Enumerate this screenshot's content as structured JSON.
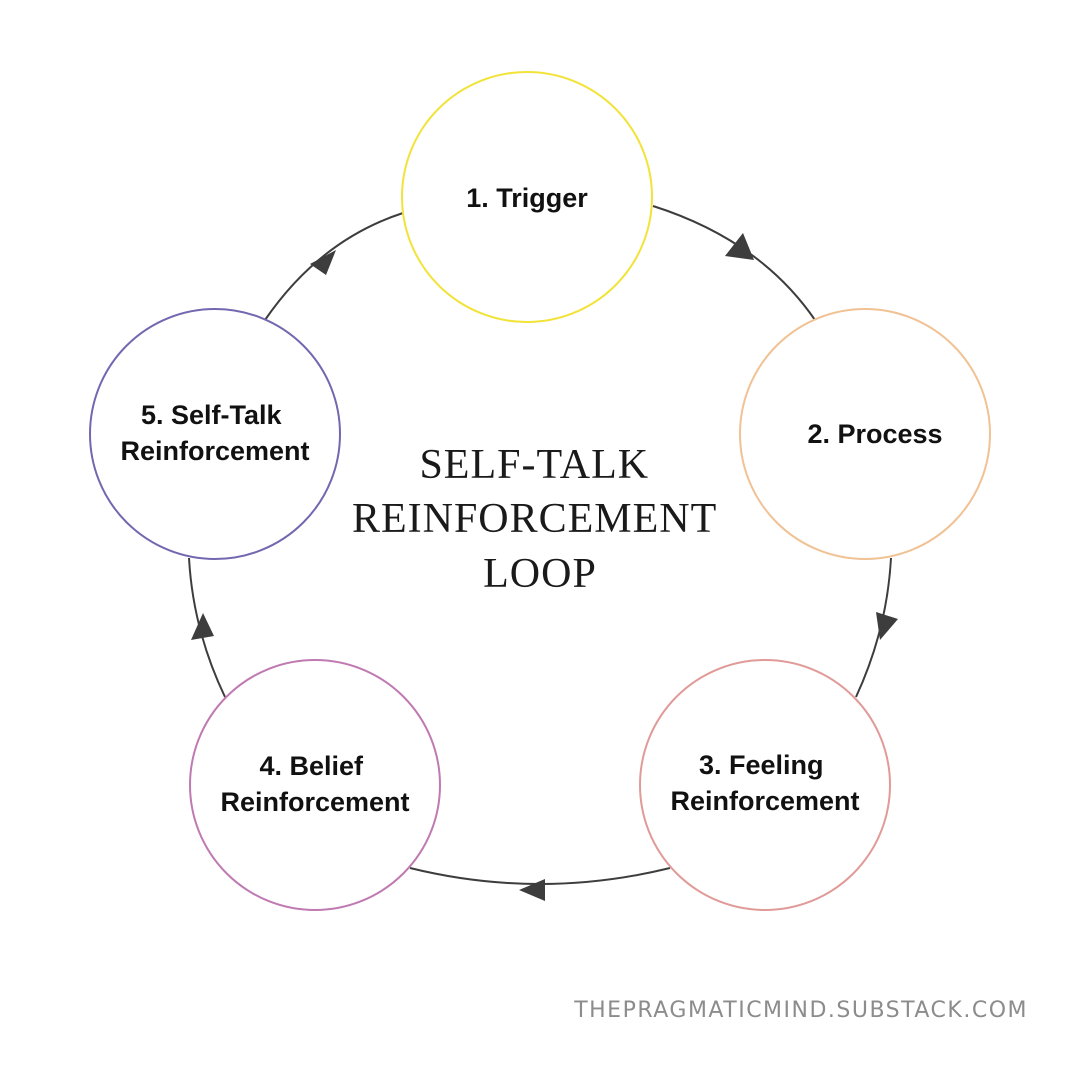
{
  "center_title": {
    "line1": "SELF-TALK",
    "line2": "REINFORCEMENT",
    "line3": "LOOP"
  },
  "nodes": [
    {
      "id": "trigger",
      "lines": [
        "1. Trigger"
      ],
      "color": "#F2E33A"
    },
    {
      "id": "process",
      "lines": [
        "2. Process"
      ],
      "color": "#F0C294"
    },
    {
      "id": "feeling",
      "lines": [
        "3. Feeling",
        "Reinforcement"
      ],
      "color": "#E09B98"
    },
    {
      "id": "belief",
      "lines": [
        "4. Belief",
        "Reinforcement"
      ],
      "color": "#C07AB2"
    },
    {
      "id": "self-talk",
      "lines": [
        "5. Self-Talk",
        "Reinforcement"
      ],
      "color": "#7368B0"
    }
  ],
  "footer": {
    "url": "THEPRAGMATICMIND.SUBSTACK.COM"
  },
  "colors": {
    "connector": "#3D3D3D",
    "label": "#111111",
    "footer": "#8C8C8C"
  }
}
